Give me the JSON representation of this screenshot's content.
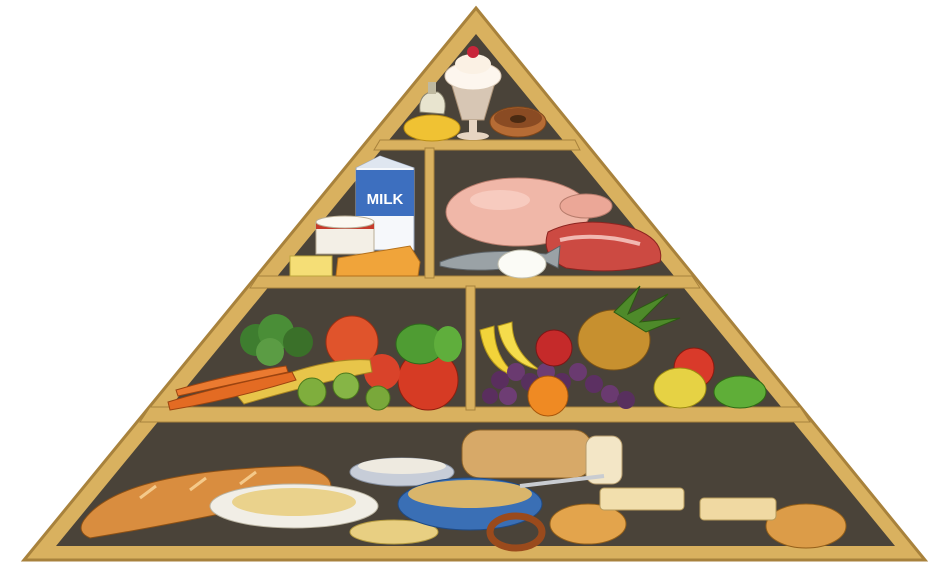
{
  "image": {
    "kind": "food-guide-pyramid-illustration",
    "frame_color": "#d9b15f",
    "shelf_back_color": "#4a4339"
  },
  "labels": {
    "milk_carton": "MILK"
  },
  "tiers": [
    {
      "name": "fats-oils-sweets",
      "items": [
        "ice-cream-sundae",
        "oil-cruet",
        "donut",
        "butter"
      ]
    },
    {
      "name": "dairy",
      "items": [
        "milk-carton",
        "cottage-cheese-cup",
        "cheese-wedge",
        "cheese-cube"
      ]
    },
    {
      "name": "meat-fish-eggs",
      "items": [
        "turkey",
        "steak",
        "fish",
        "egg"
      ]
    },
    {
      "name": "vegetables",
      "items": [
        "broccoli",
        "tomato",
        "pepper",
        "carrot",
        "corn",
        "brussels-sprouts"
      ]
    },
    {
      "name": "fruits",
      "items": [
        "banana",
        "pineapple",
        "grapes",
        "orange",
        "pear",
        "lime",
        "apple"
      ]
    },
    {
      "name": "grains",
      "items": [
        "french-bread",
        "sliced-bread",
        "pasta",
        "rice",
        "cereal",
        "rolls",
        "pretzel"
      ]
    }
  ]
}
